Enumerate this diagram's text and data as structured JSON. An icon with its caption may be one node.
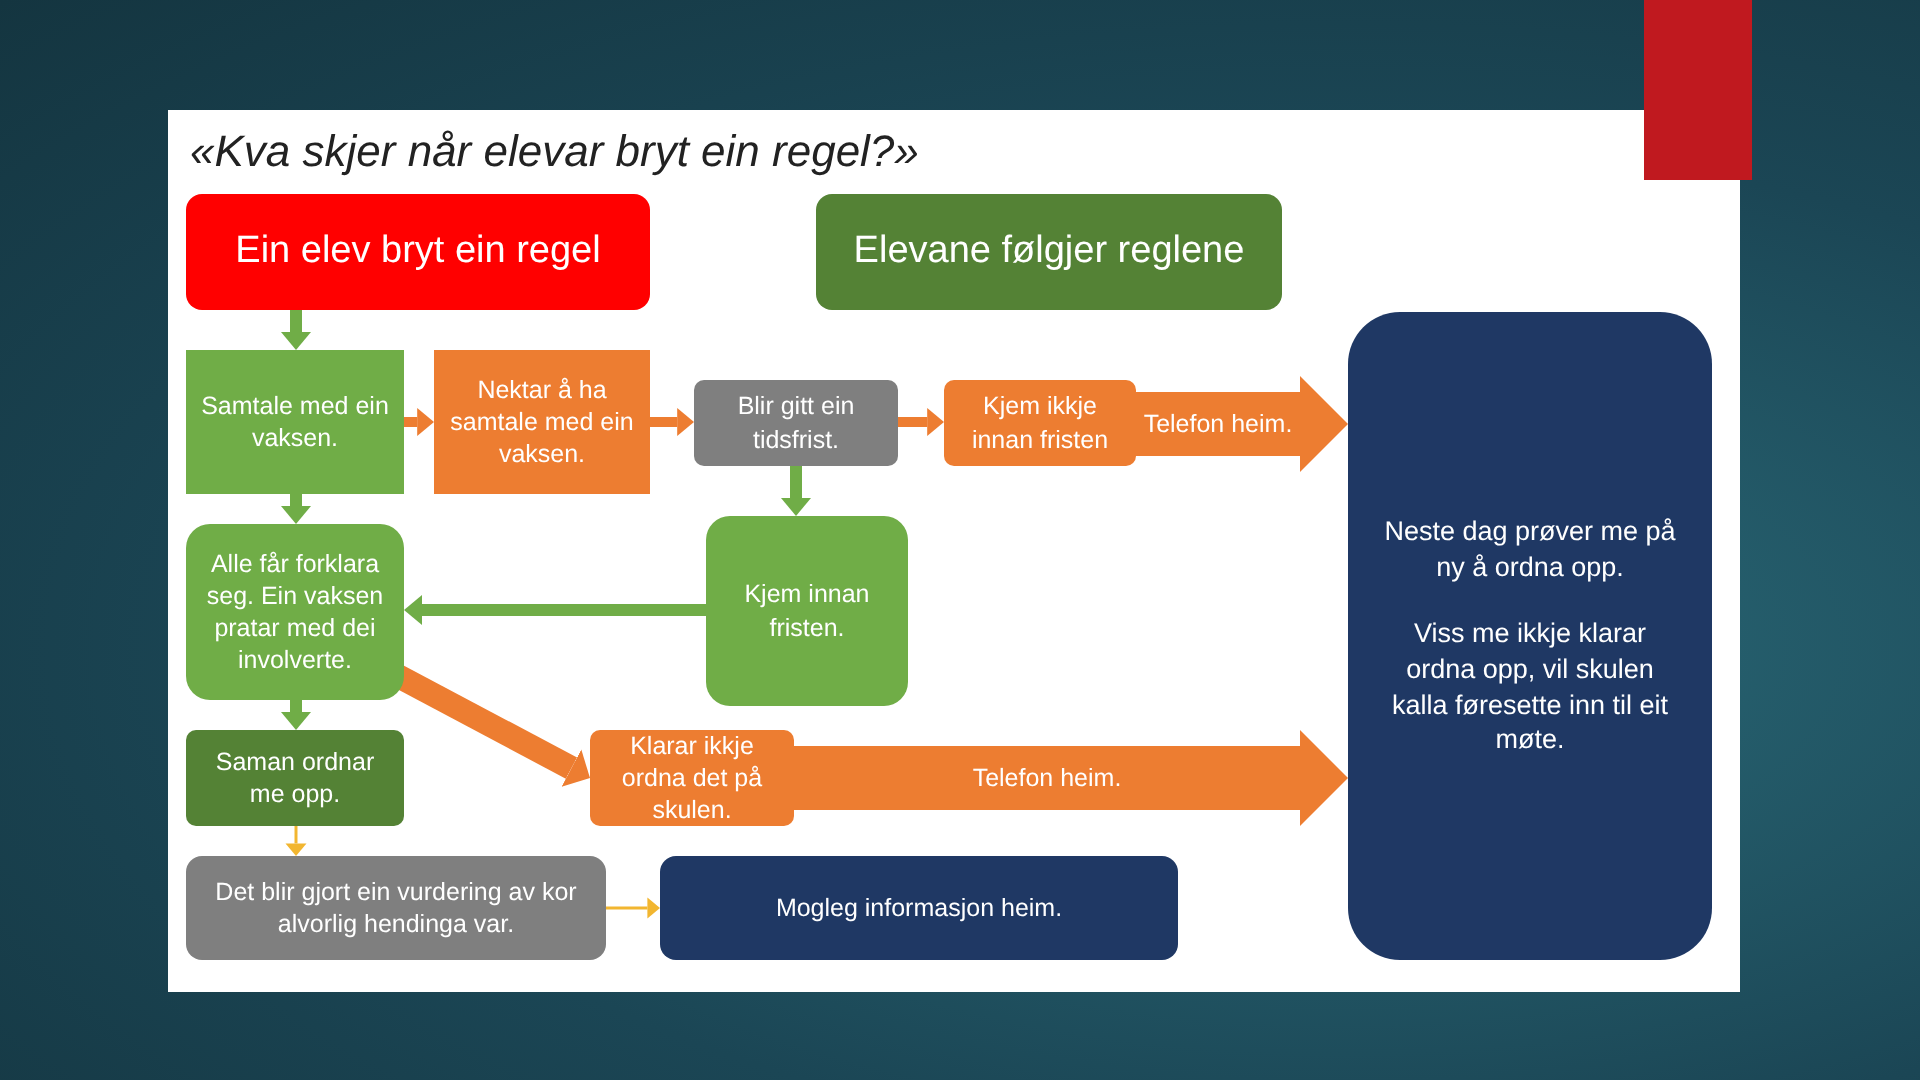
{
  "diagram": {
    "title": "«Kva skjer når elevar bryt ein regel?»",
    "nodes": [
      {
        "text": [
          "Ein elev bryt ein regel"
        ]
      },
      {
        "text": [
          "Elevane følgjer reglene"
        ]
      },
      {
        "text": [
          "Samtale med ein vaksen."
        ]
      },
      {
        "text": [
          "Nektar å ha samtale med ein vaksen."
        ]
      },
      {
        "text": [
          "Blir gitt ein tidsfrist."
        ]
      },
      {
        "text": [
          "Kjem ikkje innan fristen"
        ]
      },
      {
        "text": [
          "Neste dag prøver me på ny å ordna opp.",
          "Viss me ikkje klarar ordna opp, vil skulen kalla føresette inn til eit møte."
        ]
      },
      {
        "text": [
          "Kjem innan fristen."
        ]
      },
      {
        "text": [
          "Alle får forklara seg. Ein vaksen pratar med dei involverte."
        ]
      },
      {
        "text": [
          "Saman ordnar me opp."
        ]
      },
      {
        "text": [
          "Klarar ikkje ordna det på skulen."
        ]
      },
      {
        "text": [
          "Det blir gjort ein vurdering av kor alvorlig hendinga var."
        ]
      },
      {
        "text": [
          "Mogleg informasjon heim."
        ]
      }
    ],
    "edges": [
      {
        "from": 0,
        "to": 2,
        "arrow": "to",
        "color": "#70ad47"
      },
      {
        "from": 2,
        "to": 3,
        "arrow": "to"
      },
      {
        "from": 3,
        "to": 4,
        "arrow": "to"
      },
      {
        "from": 4,
        "to": 5,
        "arrow": "to"
      },
      {
        "from": 5,
        "to": 6,
        "arrow": "to",
        "label": "Telefon heim.",
        "style": "thick"
      },
      {
        "from": 4,
        "to": 7,
        "arrow": "to",
        "color": "#70ad47"
      },
      {
        "from": 7,
        "to": 8,
        "arrow": "to",
        "color": "#70ad47"
      },
      {
        "from": 2,
        "to": 8,
        "arrow": "to",
        "color": "#70ad47"
      },
      {
        "from": 8,
        "to": 9,
        "arrow": "to",
        "color": "#70ad47"
      },
      {
        "from": 8,
        "to": 10,
        "arrow": "to",
        "style": "thick"
      },
      {
        "from": 10,
        "to": 6,
        "arrow": "to",
        "label": "Telefon heim.",
        "style": "thick"
      },
      {
        "from": 9,
        "to": 11,
        "arrow": "to",
        "color": "#f2b630"
      },
      {
        "from": 11,
        "to": 12,
        "arrow": "to",
        "color": "#f2b630"
      }
    ]
  }
}
